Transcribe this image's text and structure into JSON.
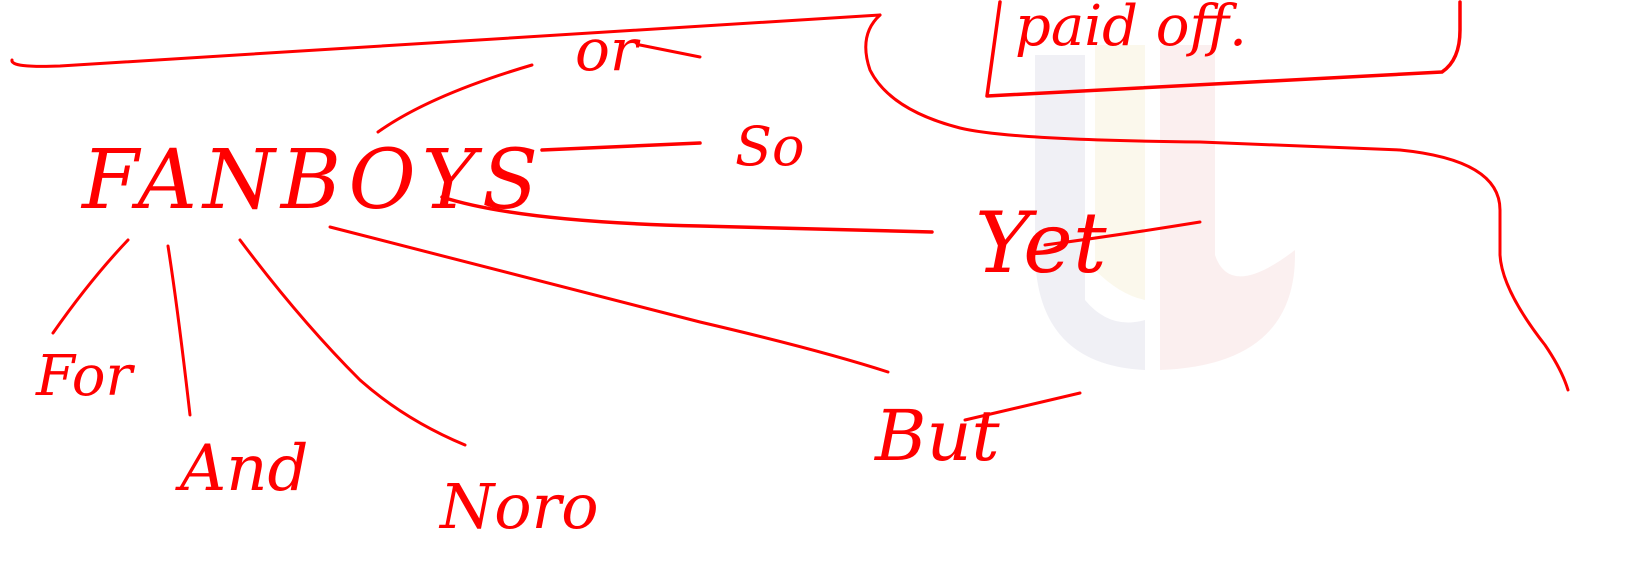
{
  "colors": {
    "ink": "#ff0000",
    "background": "#ffffff",
    "watermark_left": "#efeff5",
    "watermark_mid": "#fbf8ea",
    "watermark_right": "#fbeeee"
  },
  "diagram": {
    "center_label": "FANBOYS",
    "branches": {
      "for": "For",
      "and": "And",
      "nor": "Noro",
      "but": "But",
      "or": "or",
      "yet": "Yet",
      "so": "So"
    },
    "boxed_note": "paid off."
  },
  "watermark": {
    "name": "logo-watermark"
  }
}
